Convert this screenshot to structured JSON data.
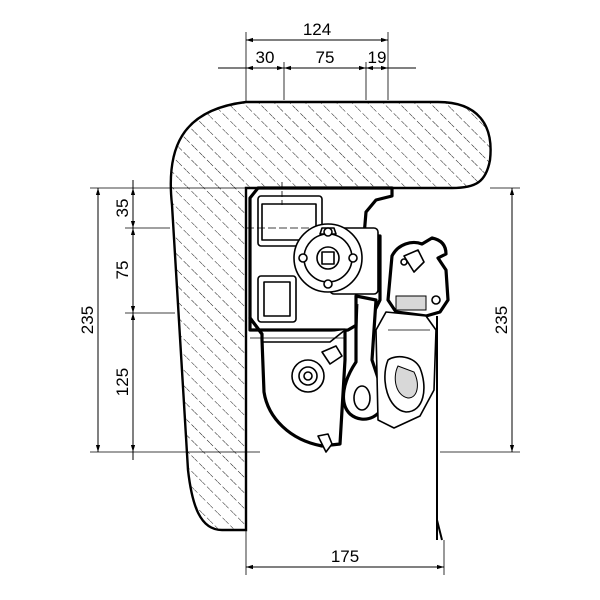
{
  "dimensions": {
    "top_overall": "124",
    "top_left": "30",
    "top_middle": "75",
    "top_right": "19",
    "left_overall": "235",
    "left_top": "35",
    "left_middle": "75",
    "left_bottom": "125",
    "right_overall": "235",
    "bottom_overall": "175"
  }
}
